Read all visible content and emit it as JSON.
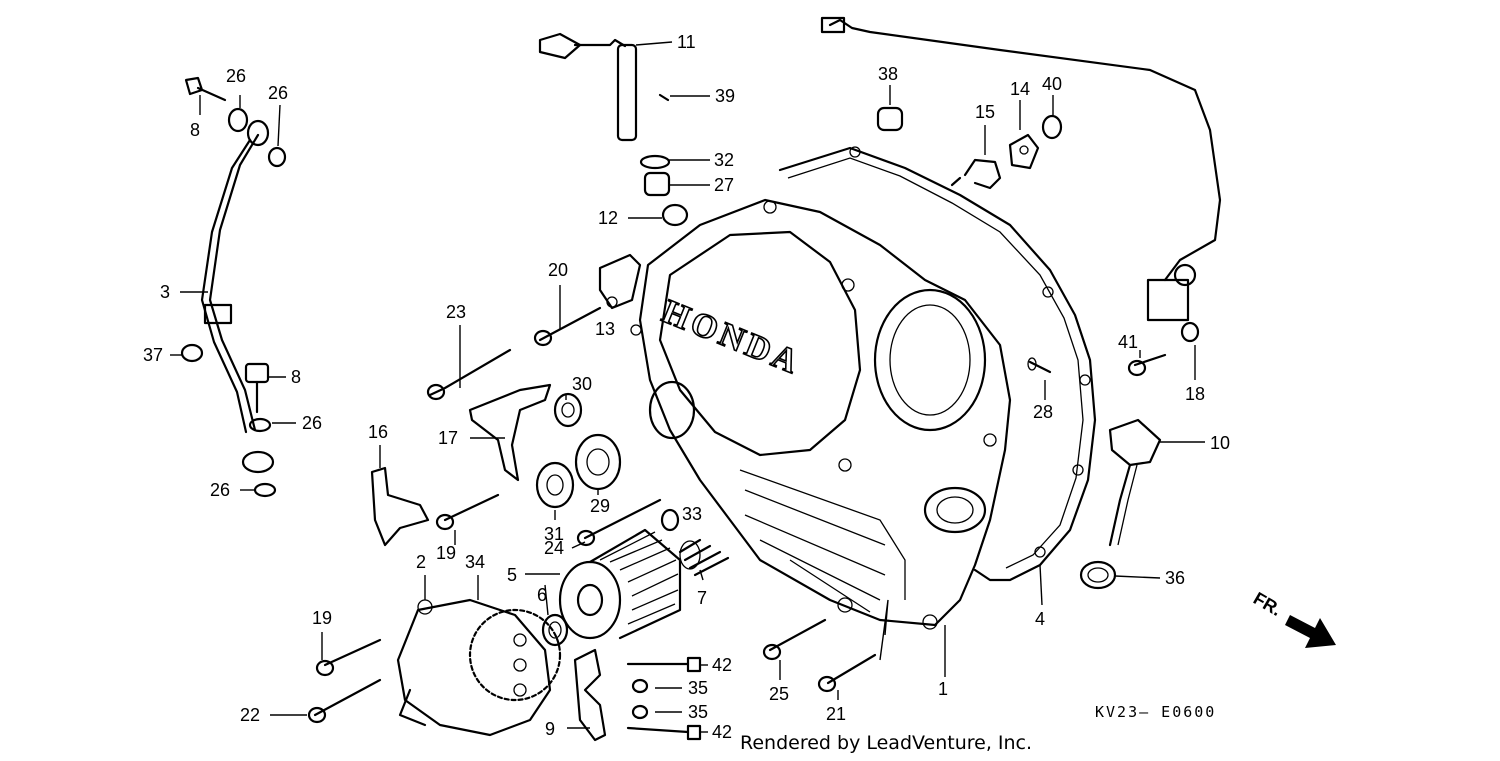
{
  "diagram": {
    "callouts": {
      "c1": "1",
      "c2": "2",
      "c3": "3",
      "c4": "4",
      "c5": "5",
      "c6": "6",
      "c7": "7",
      "c8a": "8",
      "c8b": "8",
      "c9": "9",
      "c10": "10",
      "c11": "11",
      "c12": "12",
      "c13": "13",
      "c14": "14",
      "c15": "15",
      "c16": "16",
      "c17": "17",
      "c18": "18",
      "c19a": "19",
      "c19b": "19",
      "c20": "20",
      "c21": "21",
      "c22": "22",
      "c23": "23",
      "c24": "24",
      "c25": "25",
      "c26a": "26",
      "c26b": "26",
      "c26c": "26",
      "c26d": "26",
      "c27": "27",
      "c28": "28",
      "c29": "29",
      "c30": "30",
      "c31": "31",
      "c32": "32",
      "c33": "33",
      "c34": "34",
      "c35a": "35",
      "c35b": "35",
      "c36": "36",
      "c37": "37",
      "c38": "38",
      "c39": "39",
      "c40": "40",
      "c41": "41",
      "c42a": "42",
      "c42b": "42"
    },
    "cover_emboss": "HONDA",
    "diagram_code": "KV23– E0600",
    "direction_label": "FR.",
    "credit": "Rendered by LeadVenture, Inc."
  }
}
